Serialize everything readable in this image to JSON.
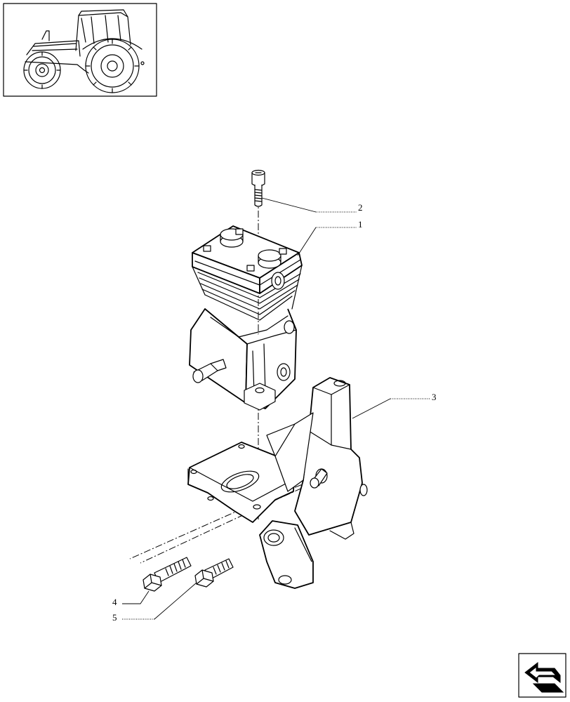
{
  "callouts": [
    {
      "id": "1",
      "label": "1"
    },
    {
      "id": "2",
      "label": "2"
    },
    {
      "id": "3",
      "label": "3"
    },
    {
      "id": "4",
      "label": "4"
    },
    {
      "id": "5",
      "label": "5"
    }
  ],
  "icons": {
    "thumbnail": "tractor-thumbnail-icon",
    "nav": "page-arrow-icon"
  },
  "colors": {
    "line": "#000000",
    "background": "#ffffff"
  }
}
